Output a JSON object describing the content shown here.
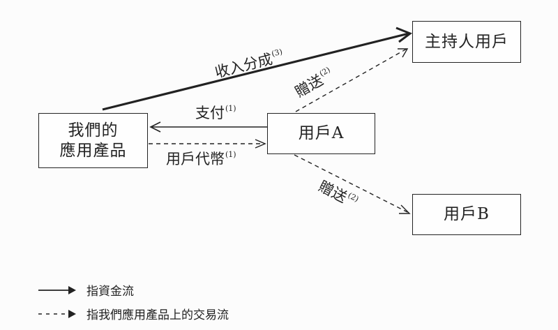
{
  "nodes": {
    "app": {
      "line1": "我們的",
      "line2": "應用產品"
    },
    "user_a": {
      "label": "用戶A"
    },
    "host": {
      "label": "主持人用戶"
    },
    "user_b": {
      "label": "用戶B"
    }
  },
  "edges": {
    "revenue_share": {
      "label": "收入分成",
      "note": "(3)",
      "from": "app",
      "to": "host",
      "style": "solid"
    },
    "payment": {
      "label": "支付",
      "note": "(1)",
      "from": "user_a",
      "to": "app",
      "style": "solid"
    },
    "user_tokens": {
      "label": "用戶代幣",
      "note": "(1)",
      "from": "app",
      "to": "user_a",
      "style": "dashed"
    },
    "gift_host": {
      "label": "贈送",
      "note": "(2)",
      "from": "user_a",
      "to": "host",
      "style": "dashed"
    },
    "gift_b": {
      "label": "贈送",
      "note": "(2)",
      "from": "user_a",
      "to": "user_b",
      "style": "dashed"
    }
  },
  "legend": {
    "solid": "指資金流",
    "dashed": "指我們應用產品上的交易流"
  },
  "colors": {
    "ink": "#222222",
    "background": "#fcfcfc"
  }
}
